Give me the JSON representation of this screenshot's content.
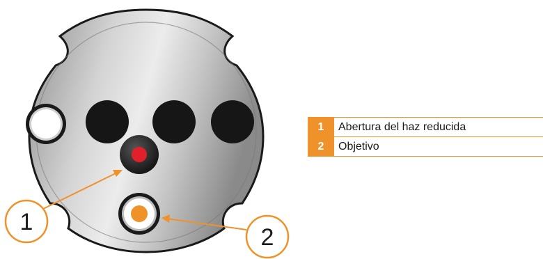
{
  "colors": {
    "accent": "#f0922a",
    "indicator_red": "#e2202b",
    "indicator_orange": "#f0922a",
    "plate_grey": "#b9b9b9",
    "outline": "#1a1a1a"
  },
  "callouts": [
    {
      "number": "1"
    },
    {
      "number": "2"
    }
  ],
  "legend": [
    {
      "number": "1",
      "label": "Abertura del haz reducida"
    },
    {
      "number": "2",
      "label": "Objetivo"
    }
  ]
}
